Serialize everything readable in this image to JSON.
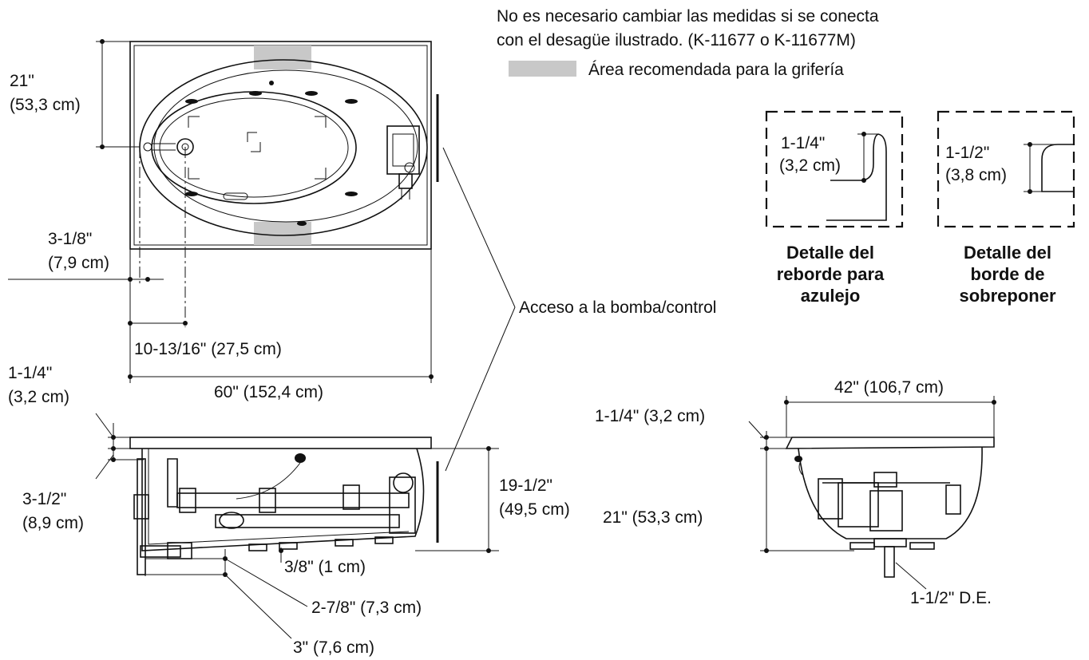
{
  "notes": {
    "line1": "No es necesario cambiar las medidas si se conecta",
    "line2": "con el desagüe ilustrado. (K-11677 o K-11677M)",
    "legend": "Área recomendada para la grifería"
  },
  "colors": {
    "faucet_area": "#c8c8c8",
    "line": "#111111"
  },
  "top_view": {
    "height_in": "21\"",
    "height_cm": "(53,3 cm)",
    "offset_in": "3-1/8\"",
    "offset_cm": "(7,9 cm)",
    "drain_dist": "10-13/16\" (27,5 cm)",
    "length": "60\" (152,4 cm)"
  },
  "pump_access": "Acceso a la bomba/control",
  "side_view": {
    "rim_in": "1-1/4\"",
    "rim_cm": "(3,2 cm)",
    "deck_in": "3-1/2\"",
    "deck_cm": "(8,9 cm)",
    "depth_in": "19-1/2\"",
    "depth_cm": "(49,5 cm)",
    "feet": "3/8\" (1 cm)",
    "drain_a": "2-7/8\" (7,3 cm)",
    "drain_b": "3\" (7,6 cm)"
  },
  "end_view": {
    "width": "42\" (106,7 cm)",
    "rim": "1-1/4\" (3,2 cm)",
    "height": "21\" (53,3 cm)",
    "drain": "1-1/2\" D.E."
  },
  "detail_tile": {
    "dim_in": "1-1/4\"",
    "dim_cm": "(3,2 cm)",
    "title1": "Detalle del",
    "title2": "reborde para",
    "title3": "azulejo"
  },
  "detail_drop": {
    "dim_in": "1-1/2\"",
    "dim_cm": "(3,8 cm)",
    "title1": "Detalle del",
    "title2": "borde de",
    "title3": "sobreponer"
  }
}
